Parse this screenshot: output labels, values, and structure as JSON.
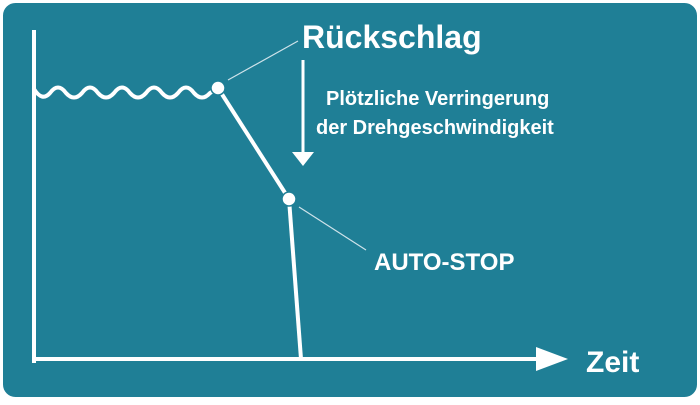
{
  "diagram": {
    "label_kickback": "Rückschlag",
    "label_description_line1": "Plötzliche Verringerung",
    "label_description_line2": "der Drehgeschwindigkeit",
    "label_autostop": "AUTO-STOP",
    "label_time_axis": "Zeit",
    "colors": {
      "background": "#1f7f96",
      "border": "#1f7f96",
      "foreground": "#ffffff",
      "leader": "#cfe3ea"
    }
  }
}
